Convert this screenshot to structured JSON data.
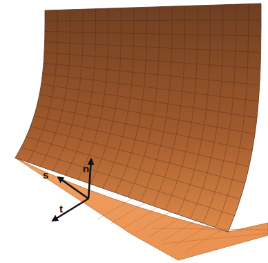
{
  "diagram": {
    "labels": [
      "n",
      "s",
      "t"
    ]
  }
}
